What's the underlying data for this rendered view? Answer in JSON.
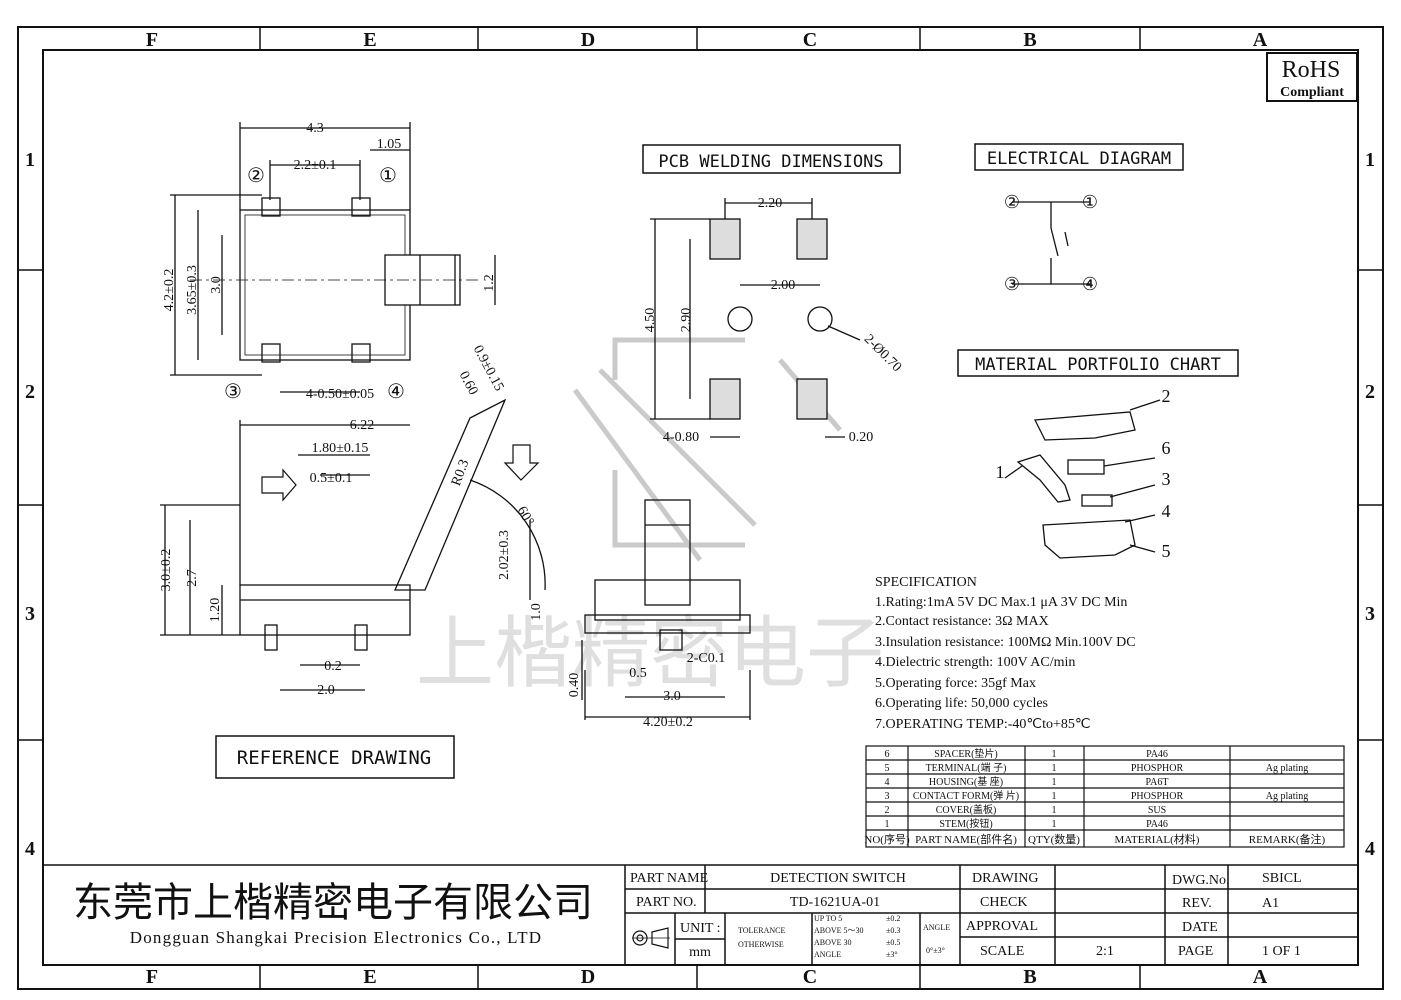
{
  "border": {
    "cols_top": [
      "F",
      "E",
      "D",
      "C",
      "B",
      "A"
    ],
    "rows": [
      "1",
      "2",
      "3",
      "4"
    ]
  },
  "rohs": {
    "main": "RoHS",
    "sub": "Compliant"
  },
  "top_view": {
    "dims": [
      "4.3",
      "1.05",
      "2.2±0.1",
      "4.2±0.2",
      "3.65±0.3",
      "3.0",
      "1.2",
      "4-0.50±0.05"
    ],
    "pins": [
      "②",
      "①",
      "③",
      "④"
    ]
  },
  "pcb": {
    "title": "PCB WELDING DIMENSIONS",
    "dims": [
      "2.20",
      "2.00",
      "4.50",
      "2.90",
      "2-Ø0.70",
      "4-0.80",
      "0.20"
    ]
  },
  "electrical": {
    "title": "ELECTRICAL DIAGRAM",
    "pins": [
      "②",
      "①",
      "③",
      "④"
    ]
  },
  "material_chart": {
    "title": "MATERIAL PORTFOLIO CHART",
    "callouts": [
      "2",
      "6",
      "1",
      "3",
      "4",
      "5"
    ]
  },
  "side_view": {
    "dims": [
      "6.22",
      "1.80±0.15",
      "0.5±0.1",
      "R0.3",
      "0.9±0.15",
      "0.60",
      "60°",
      "3.0±0.2",
      "2.7",
      "1.20",
      "2.02±0.3",
      "1.0",
      "0.2",
      "2.0"
    ]
  },
  "front_view": {
    "dims": [
      "2-C0.1",
      "0.5",
      "0.40",
      "3.0",
      "4.20±0.2"
    ]
  },
  "reference": "REFERENCE DRAWING",
  "specification": {
    "title": "SPECIFICATION",
    "lines": [
      "1.Rating:1mA 5V DC Max.1 μA 3V DC Min",
      "2.Contact resistance: 3Ω MAX",
      "3.Insulation resistance:  100MΩ Min.100V DC",
      "4.Dielectric strength:     100V AC/min",
      "5.Operating force: 35gf Max",
      "6.Operating life: 50,000 cycles",
      "7.OPERATING TEMP:-40℃to+85℃"
    ]
  },
  "parts_table": {
    "rows": [
      [
        "6",
        "SPACER(垫片)",
        "1",
        "PA46",
        ""
      ],
      [
        "5",
        "TERMINAL(端 子)",
        "1",
        "PHOSPHOR",
        "Ag plating"
      ],
      [
        "4",
        "HOUSING(基 座)",
        "1",
        "PA6T",
        ""
      ],
      [
        "3",
        "CONTACT FORM(弹 片)",
        "1",
        "PHOSPHOR",
        "Ag plating"
      ],
      [
        "2",
        "COVER(盖板)",
        "1",
        "SUS",
        ""
      ],
      [
        "1",
        "STEM(按钮)",
        "1",
        "PA46",
        ""
      ]
    ],
    "header": [
      "NO(序号)",
      "PART NAME(部件名)",
      "QTY(数量)",
      "MATERIAL(材料)",
      "REMARK(备注)"
    ]
  },
  "title_block": {
    "company_cn": "东莞市上楷精密电子有限公司",
    "company_en": "Dongguan Shangkai Precision Electronics Co., LTD",
    "part_name_label": "PART NAME",
    "part_name": "DETECTION SWITCH",
    "part_no_label": "PART NO.",
    "part_no": "TD-1621UA-01",
    "unit_label": "UNIT :",
    "unit": "mm",
    "tolerance_label": "TOLERANCE",
    "otherwise_label": "OTHERWISE",
    "tol_rows": [
      "UP TO 5",
      "ABOVE 5～30",
      "ABOVE 30",
      "ANGLE"
    ],
    "tol_vals": [
      "±0.2",
      "±0.3",
      "±0.5",
      "±3°"
    ],
    "angle_label": "ANGLE",
    "angle_val": "0°±3°",
    "drawing": "DRAWING",
    "check": "CHECK",
    "approval": "APPROVAL",
    "scale_label": "SCALE",
    "scale": "2:1",
    "dwg_no_label": "DWG.No.",
    "dwg_no": "SBICL",
    "rev_label": "REV.",
    "rev": "A1",
    "date_label": "DATE",
    "page_label": "PAGE",
    "page": "1 OF 1"
  },
  "watermark": "上楷精密电子"
}
